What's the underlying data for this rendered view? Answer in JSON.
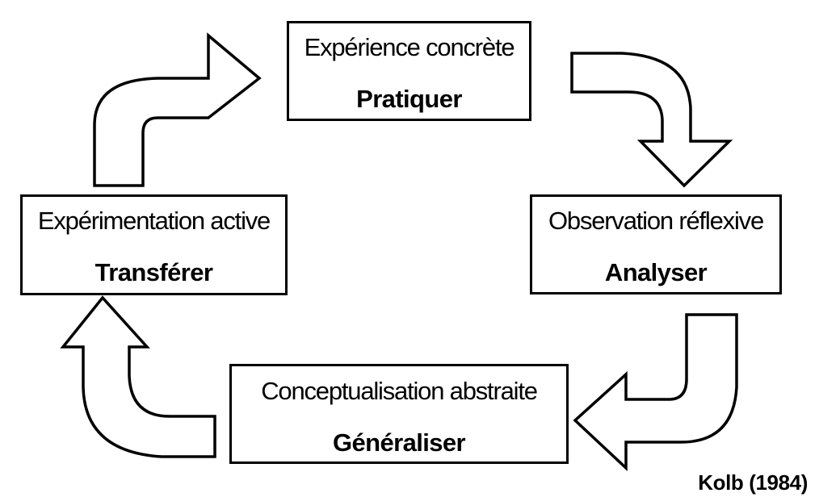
{
  "diagram": {
    "stages": [
      {
        "id": "experience-concrete",
        "title": "Expérience concrète",
        "action": "Pratiquer"
      },
      {
        "id": "observation-reflexive",
        "title": "Observation réflexive",
        "action": "Analyser"
      },
      {
        "id": "conceptualisation-abstraite",
        "title": "Conceptualisation abstraite",
        "action": "Généraliser"
      },
      {
        "id": "experimentation-active",
        "title": "Expérimentation active",
        "action": "Transférer"
      }
    ],
    "citation": "Kolb (1984)",
    "colors": {
      "stroke": "#000000",
      "fill": "#ffffff"
    }
  }
}
